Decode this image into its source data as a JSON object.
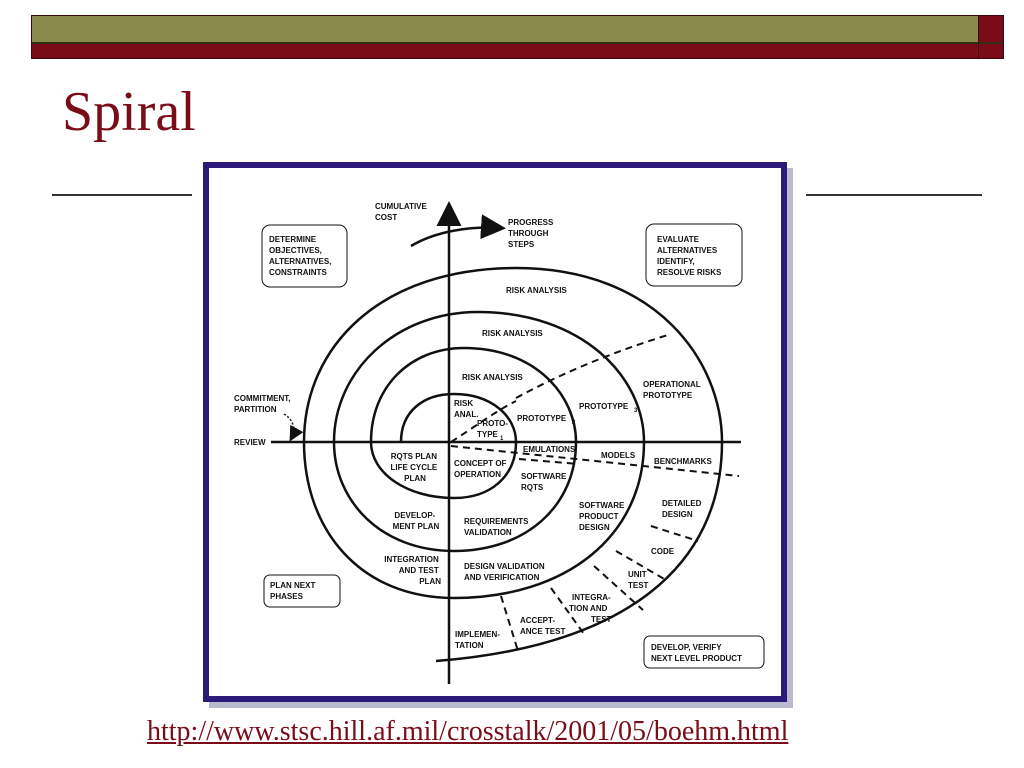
{
  "slide": {
    "title": "Spiral",
    "url": "http://www.stsc.hill.af.mil/crosstalk/2001/05/boehm.html"
  },
  "colors": {
    "accent": "#7a0c17",
    "band": "#8a8a4a",
    "frame": "#2b1a7a"
  },
  "diagram": {
    "axis_labels": {
      "cumulative_cost": [
        "CUMULATIVE",
        "COST"
      ],
      "progress": [
        "PROGRESS",
        "THROUGH",
        "STEPS"
      ],
      "review": "REVIEW",
      "commitment": [
        "COMMITMENT,",
        "PARTITION"
      ]
    },
    "quadrants": {
      "determine": [
        "DETERMINE",
        "OBJECTIVES,",
        "ALTERNATIVES,",
        "CONSTRAINTS"
      ],
      "evaluate": [
        "EVALUATE",
        "ALTERNATIVES",
        "IDENTIFY,",
        "RESOLVE RISKS"
      ],
      "plan": [
        "PLAN NEXT",
        "PHASES"
      ],
      "develop": [
        "DEVELOP, VERIFY",
        "NEXT LEVEL PRODUCT"
      ]
    },
    "labels": {
      "risk_analysis": "RISK ANALYSIS",
      "risk_anal": [
        "RISK",
        "ANAL."
      ],
      "prototype1": [
        "PROTO-",
        "TYPE",
        "1"
      ],
      "prototype2": [
        "PROTOTYPE",
        "2"
      ],
      "prototype3": [
        "PROTOTYPE",
        "3"
      ],
      "operational_prototype": [
        "OPERATIONAL",
        "PROTOTYPE"
      ],
      "emulations": "EMULATIONS",
      "models": "MODELS",
      "benchmarks": "BENCHMARKS",
      "rqts_plan": [
        "RQTS PLAN",
        "LIFE CYCLE",
        "PLAN"
      ],
      "concept": [
        "CONCEPT OF",
        "OPERATION"
      ],
      "software_rqts": [
        "SOFTWARE",
        "RQTS"
      ],
      "development_plan": [
        "DEVELOP-",
        "MENT PLAN"
      ],
      "requirements_validation": [
        "REQUIREMENTS",
        "VALIDATION"
      ],
      "software_product_design": [
        "SOFTWARE",
        "PRODUCT",
        "DESIGN"
      ],
      "detailed_design": [
        "DETAILED",
        "DESIGN"
      ],
      "integration_test_plan": [
        "INTEGRATION",
        "AND TEST",
        "PLAN"
      ],
      "design_validation": [
        "DESIGN VALIDATION",
        "AND VERIFICATION"
      ],
      "code": "CODE",
      "unit_test": [
        "UNIT",
        "TEST"
      ],
      "integration_test": [
        "INTEGRA-",
        "TION AND",
        "TEST"
      ],
      "acceptance_test": [
        "ACCEPT-",
        "ANCE TEST"
      ],
      "implementation": [
        "IMPLEMEN-",
        "TATION"
      ]
    }
  }
}
